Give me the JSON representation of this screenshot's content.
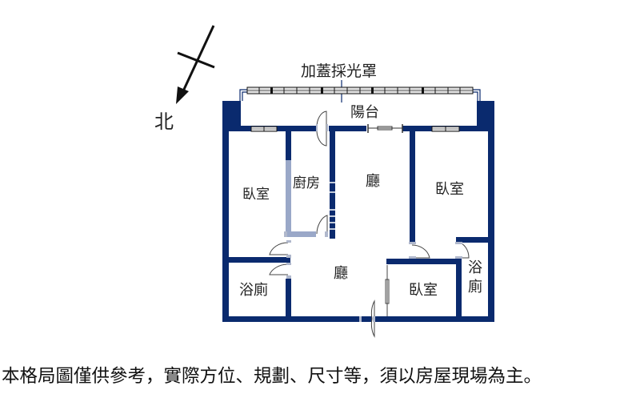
{
  "compass": {
    "label": "北",
    "direction": "north-arrow-pointing-southwest"
  },
  "annotation": {
    "skylight_label": "加蓋採光罩"
  },
  "rooms": {
    "balcony": "陽台",
    "bedroom_west": "臥室",
    "kitchen": "廚房",
    "living_upper": "廳",
    "bedroom_east": "臥室",
    "living_lower": "廳",
    "bath_west": "浴廁",
    "bedroom_south": "臥室",
    "bath_east_line1": "浴",
    "bath_east_line2": "廁"
  },
  "colors": {
    "wall": "#0a2a6e",
    "partition": "#9aa8c8",
    "line": "#333333"
  },
  "disclaimer": "本格局圖僅供參考，實際方位、規劃、尺寸等，須以房屋現場為主。"
}
